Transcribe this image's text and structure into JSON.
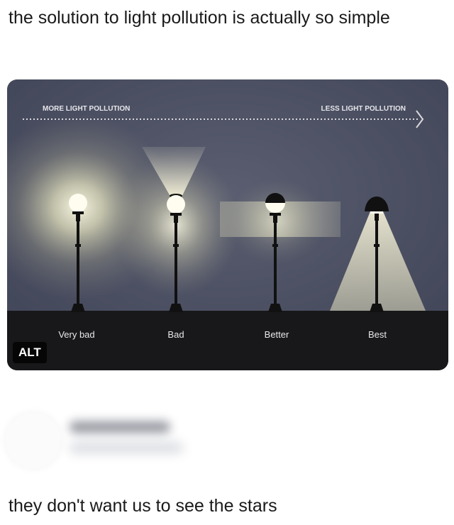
{
  "post": {
    "text": "the solution to light pollution is actually so simple"
  },
  "image": {
    "arrow_left_label": "MORE LIGHT POLLUTION",
    "arrow_right_label": "LESS LIGHT POLLUTION",
    "lamp_labels": [
      "Very bad",
      "Bad",
      "Better",
      "Best"
    ],
    "alt_badge": "ALT",
    "colors": {
      "sky": "#4a4f62",
      "ground": "#18181a",
      "glow": "#fffde0"
    }
  },
  "reply": {
    "text": "they don't want us to see the stars"
  }
}
